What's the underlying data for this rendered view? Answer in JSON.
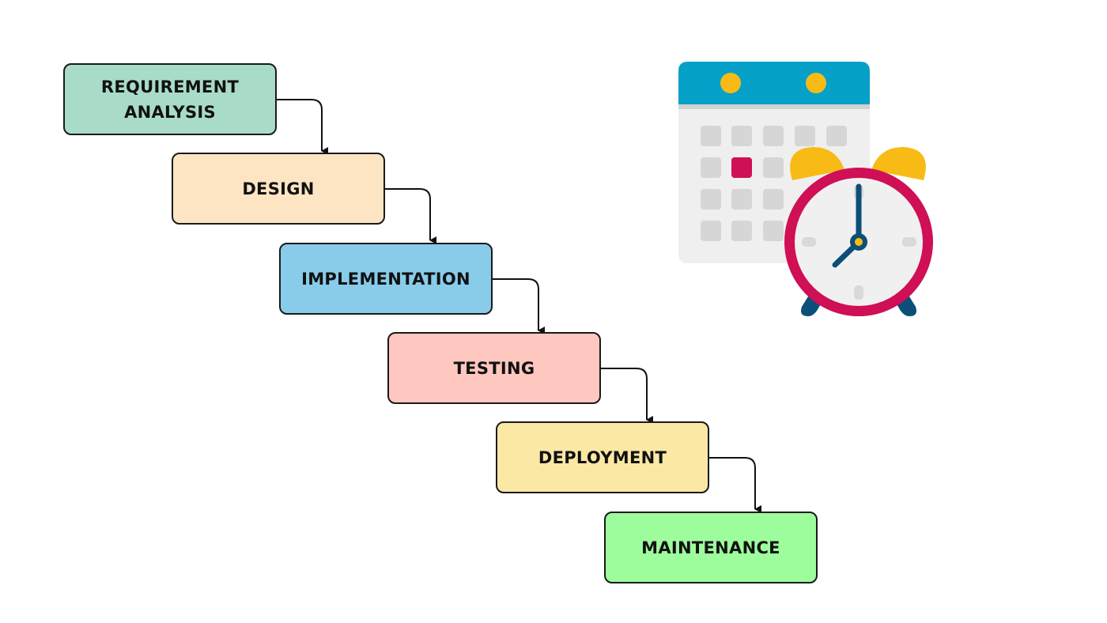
{
  "diagram": {
    "steps": [
      {
        "label": "REQUIREMENT\nANALYSIS",
        "color": "#a8dcc8"
      },
      {
        "label": "DESIGN",
        "color": "#fde5c4"
      },
      {
        "label": "IMPLEMENTATION",
        "color": "#88ccea"
      },
      {
        "label": "TESTING",
        "color": "#fec7bf"
      },
      {
        "label": "DEPLOYMENT",
        "color": "#fbe8a5"
      },
      {
        "label": "MAINTENANCE",
        "color": "#9dfc9c"
      }
    ],
    "connectors": [
      {
        "from": 0,
        "to": 1
      },
      {
        "from": 1,
        "to": 2
      },
      {
        "from": 2,
        "to": 3
      },
      {
        "from": 3,
        "to": 4
      },
      {
        "from": 4,
        "to": 5
      }
    ]
  },
  "illustration": {
    "icons": [
      "calendar-icon",
      "alarm-clock-icon"
    ],
    "colors": {
      "calendar_header": "#05a1c8",
      "calendar_body": "#efefef",
      "calendar_cell": "#d6d6d6",
      "calendar_highlight": "#cf0f56",
      "clock_ring": "#cf0f56",
      "clock_bells": "#f8bb16",
      "clock_hands": "#0c4f78"
    }
  }
}
